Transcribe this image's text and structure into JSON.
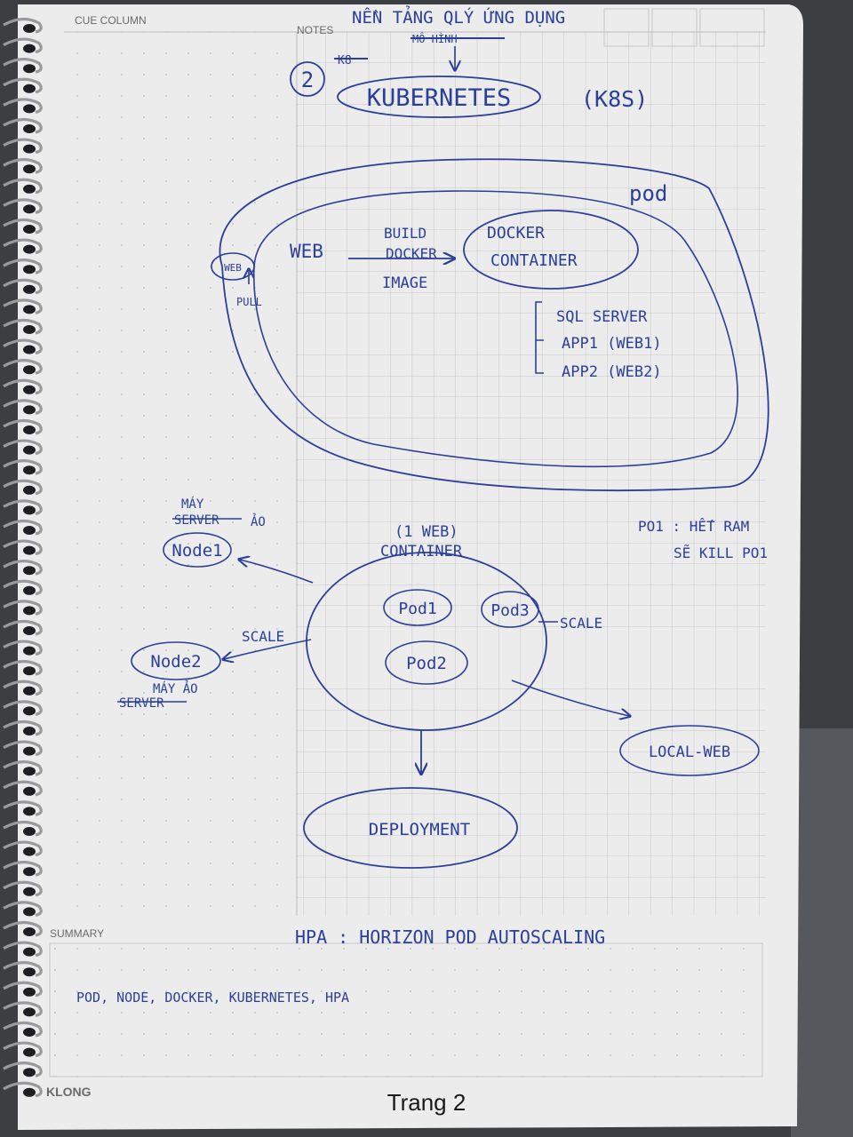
{
  "notebook": {
    "cue_column_label": "CUE COLUMN",
    "notes_label": "NOTES",
    "summary_label": "SUMMARY",
    "brand": "KLONG",
    "page_caption": "Trang 2"
  },
  "header": {
    "platform_note": "NỀN TẢNG QLÝ ỨNG DỤNG",
    "struck_text": "MÔ HÌNH",
    "struck_small": "K8",
    "section_number": "2",
    "title": "KUBERNETES",
    "abbrev": "(K8S)"
  },
  "pod_diagram": {
    "pod_label": "pod",
    "web_label": "WEB",
    "build_label": "BUILD",
    "docker_label": "DOCKER",
    "image_label": "IMAGE",
    "container_line1": "DOCKER",
    "container_line2": "CONTAINER",
    "web_small": "WEB",
    "pull_label": "PULL",
    "services": [
      "SQL SERVER",
      "APP1 (WEB1)",
      "APP2 (WEB2)"
    ]
  },
  "cluster_diagram": {
    "may_label": "MÁY",
    "server_label": "SERVER",
    "ao_label": "ẢO",
    "node1": "Node1",
    "container_line1": "(1 WEB)",
    "container_line2": "CONTAINER",
    "note_line1": "PO1 : HẾT RAM",
    "note_line2": "SẼ KILL PO1",
    "pods": [
      "Pod1",
      "Pod3",
      "Pod2"
    ],
    "scale_right": "SCALE",
    "scale_left": "SCALE",
    "node2": "Node2",
    "may_ao_label": "MÁY ẢO",
    "server2_label": "SERVER",
    "local_web": "LOCAL-WEB",
    "deployment": "DEPLOYMENT"
  },
  "summary": {
    "hpa_line": "HPA : HORIZON POD AUTOSCALING",
    "keywords": "POD, NODE, DOCKER, KUBERNETES, HPA"
  },
  "colors": {
    "ink": "#2a3f9a",
    "paper": "#eeeeee",
    "grid": "#c9c9c9",
    "background": "#3a3c3f"
  }
}
